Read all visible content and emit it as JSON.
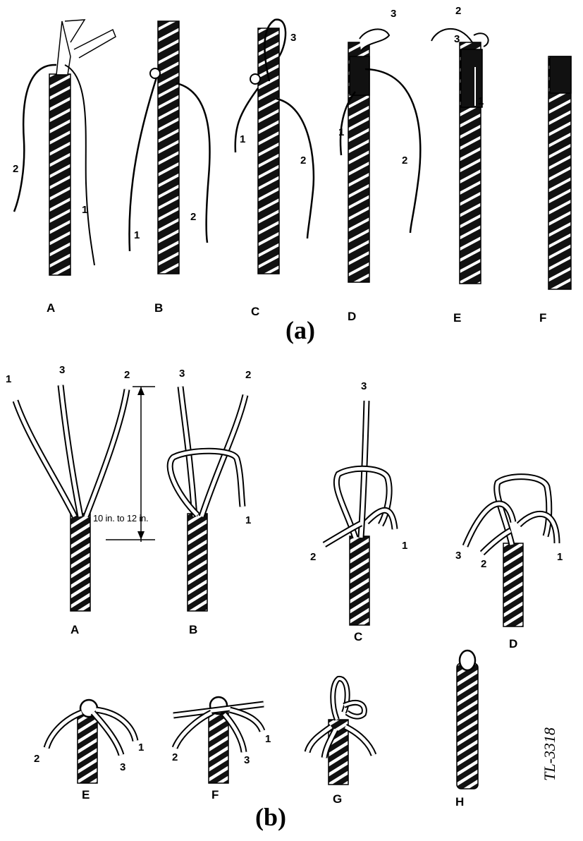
{
  "part_a": {
    "caption": "(a)",
    "panels": [
      {
        "letter": "A",
        "strands": [
          "2",
          "1"
        ]
      },
      {
        "letter": "B",
        "strands": [
          "1",
          "2"
        ]
      },
      {
        "letter": "C",
        "strands": [
          "3",
          "1",
          "2"
        ]
      },
      {
        "letter": "D",
        "strands": [
          "3",
          "1",
          "2"
        ]
      },
      {
        "letter": "E",
        "strands": [
          "2",
          "3",
          "1"
        ]
      },
      {
        "letter": "F",
        "strands": []
      }
    ]
  },
  "part_b": {
    "caption": "(b)",
    "dimension": "10 in. to 12 in.",
    "panels": [
      {
        "letter": "A",
        "strands": [
          "1",
          "3",
          "2"
        ]
      },
      {
        "letter": "B",
        "strands": [
          "3",
          "2",
          "1"
        ]
      },
      {
        "letter": "C",
        "strands": [
          "3",
          "2",
          "1"
        ]
      },
      {
        "letter": "D",
        "strands": [
          "3",
          "2",
          "1"
        ]
      },
      {
        "letter": "E",
        "strands": [
          "2",
          "3",
          "1"
        ]
      },
      {
        "letter": "F",
        "strands": [
          "2",
          "3",
          "1"
        ]
      },
      {
        "letter": "G",
        "strands": []
      },
      {
        "letter": "H",
        "strands": []
      }
    ]
  },
  "figure_code": "TL-3318",
  "colors": {
    "ink": "#000000",
    "paper": "#ffffff",
    "strand_fill": "#ffffff"
  }
}
